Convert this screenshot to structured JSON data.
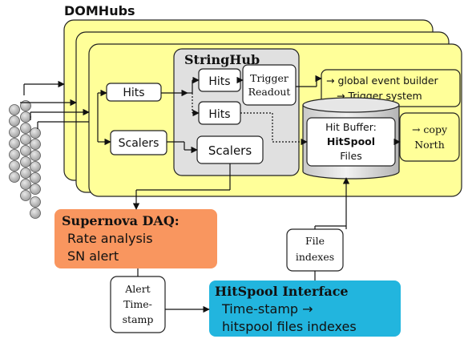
{
  "title": "DOMHubs",
  "stringhub": {
    "title": "StringHub",
    "hits_top": "Hits",
    "hits_bottom": "Hits",
    "scalers": "Scalers",
    "trigger_readout_line1": "Trigger",
    "trigger_readout_line2": "Readout"
  },
  "input": {
    "hits": "Hits",
    "scalers": "Scalers"
  },
  "hit_buffer": {
    "line1": "Hit Buffer:",
    "line2": "HitSpool",
    "line3": "Files"
  },
  "global_builder": {
    "line1": "→ global event builder",
    "line2": "→ Trigger system"
  },
  "copy_north": {
    "line1": "→ copy",
    "line2": "North"
  },
  "supernova": {
    "title": "Supernova DAQ:",
    "line1": "Rate analysis",
    "line2": "SN alert"
  },
  "alert": {
    "line1": "Alert",
    "line2": "Time-",
    "line3": "stamp"
  },
  "file_indexes": {
    "line1": "File",
    "line2": "indexes"
  },
  "hitspool_interface": {
    "title": "HitSpool Interface",
    "line1": "Time-stamp →",
    "line2": "hitspool files indexes"
  },
  "colors": {
    "hub_fill": "#ffff99",
    "hub_stroke": "#222222",
    "stringhub_fill": "#e0e0e0",
    "supernova_fill": "#f9965f",
    "hitspool_fill": "#22b5de",
    "dom_fill": "#b8b8b8"
  }
}
